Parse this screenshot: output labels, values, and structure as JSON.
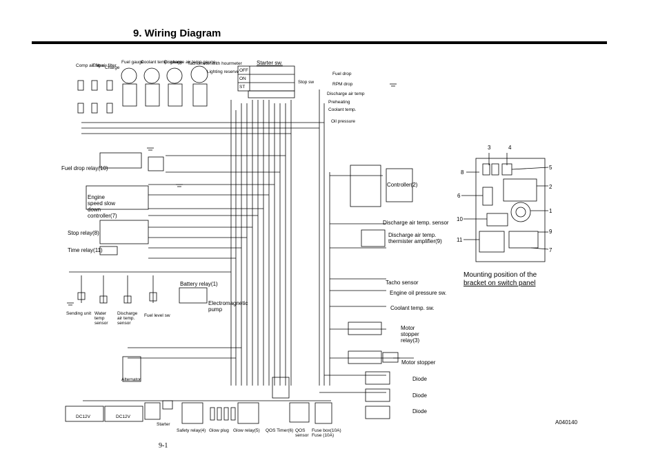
{
  "page": {
    "title": "9. Wiring Diagram",
    "page_number": "9-1",
    "figure_code": "A040140"
  },
  "components": {
    "comp_air_filter": "Comp air filter",
    "eng_air_filter": "Eng air filter",
    "charge": "Charge",
    "fuel_gauge": "Fuel gauge",
    "coolant_temp_gauge": "Coolant temp. gauge",
    "discharge_air_temp_gauge": "Discharge air temp gauge",
    "tachometer": "Tachometer with hourmeter",
    "lighting_reserve": "Lighting reserve",
    "starter_sw": "Starter sw.",
    "stop_sw": "Stop sw",
    "fuel_drop": "Fuel drop",
    "rpm_drop": "RPM drop",
    "discharge_air_temp": "Discharge air temp",
    "preheating": "Preheating",
    "coolant_temp": "Coolant temp.",
    "oil_pressure": "Oil pressure",
    "fuel_drop_relay": "Fuel drop relay(10)",
    "engine_speed_slow_down_controller": "Engine speed slow down controller(7)",
    "stop_relay": "Stop relay(8)",
    "time_relay": "Time relay(11)",
    "controller": "Controller(2)",
    "discharge_air_temp_sensor": "Discharge air temp. sensor",
    "discharge_air_temp_thermister_amplifier": "Discharge air temp. thermister amplifier(9)",
    "tacho_sensor": "Tacho sensor",
    "engine_oil_pressure_sw": "Engine oil pressure sw.",
    "coolant_temp_sw": "Coolant temp. sw.",
    "battery_relay": "Battery relay(1)",
    "electromagnetic_pump": "Electromagnetic pump",
    "sending_unit": "Sending unit",
    "water_temp_sensor": "Water temp sensor",
    "discharge_air_temp_sensor2": "Discharge air temp. sensor",
    "fuel_level_sw": "Fuel level sw",
    "motor_stopper_relay": "Motor stopper relay(3)",
    "motor_stopper": "Motor stopper",
    "diode_1": "Diode",
    "diode_2": "Diode",
    "diode_3": "Diode",
    "alternator": "Alternator",
    "starter": "Starter",
    "battery_1": "DC12V",
    "battery_2": "DC12V",
    "safety_relay": "Safety relay(4)",
    "glow_plug": "Glow plug",
    "glow_relay": "Glow relay(5)",
    "qos_timer": "QOS Timer(6)",
    "qos_sensor": "QOS sensor",
    "fuse_box": "Fuse box(10A)",
    "fuse": "Fuse (10A)"
  },
  "starter_switch_positions": [
    "OFF",
    "ON",
    "ST"
  ],
  "mounting": {
    "caption_line1": "Mounting position of the",
    "caption_line2": "bracket on switch panel",
    "callouts": [
      "3",
      "4",
      "5",
      "2",
      "1",
      "9",
      "7",
      "8",
      "6",
      "10",
      "11"
    ]
  },
  "colors": {
    "ink": "#000000",
    "paper": "#ffffff"
  }
}
